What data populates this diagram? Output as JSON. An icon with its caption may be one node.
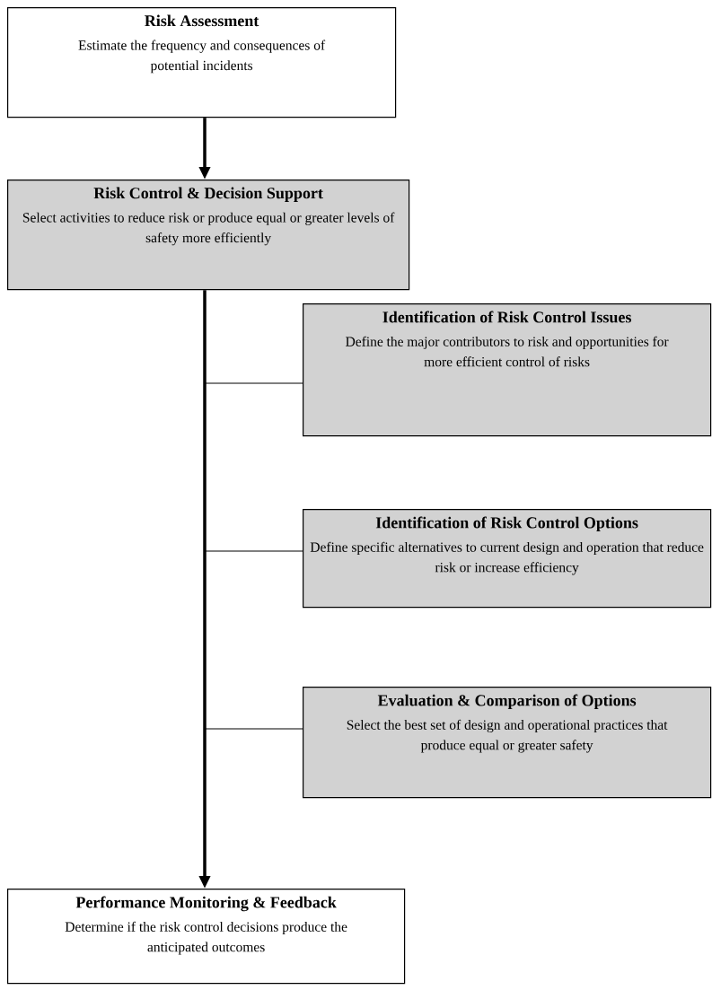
{
  "diagram": {
    "nodes": [
      {
        "text": [
          "Risk Assessment",
          "Estimate the frequency and consequences of potential incidents"
        ]
      },
      {
        "text": [
          "Risk Control & Decision Support",
          "Select activities to reduce risk or produce equal or greater levels of safety more efficiently"
        ]
      },
      {
        "text": [
          "Identification of Risk Control Issues",
          "Define the major contributors to risk and opportunities for more efficient control of risks"
        ]
      },
      {
        "text": [
          "Identification of Risk Control Options",
          "Define specific alternatives to current design and operation that reduce risk or increase efficiency"
        ]
      },
      {
        "text": [
          "Evaluation & Comparison of Options",
          "Select the best set of design and operational practices that produce equal or greater safety"
        ]
      },
      {
        "text": [
          "Performance Monitoring & Feedback",
          "Determine if the risk control decisions produce the anticipated outcomes"
        ]
      }
    ],
    "edges": [
      {
        "from": 0,
        "to": 1,
        "arrow": "to"
      },
      {
        "from": 1,
        "to": 5,
        "arrow": "to"
      },
      {
        "from": 1,
        "to": 2,
        "arrow": "none"
      },
      {
        "from": 1,
        "to": 3,
        "arrow": "none"
      },
      {
        "from": 1,
        "to": 4,
        "arrow": "none"
      }
    ]
  }
}
